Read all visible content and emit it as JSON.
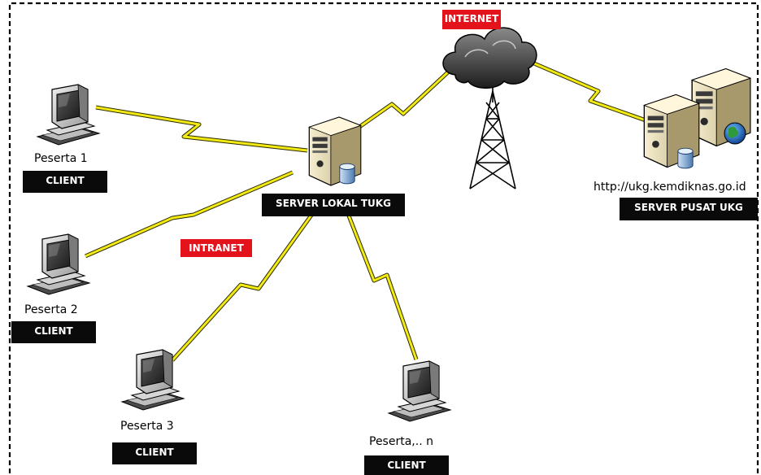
{
  "labels": {
    "internet": "INTERNET",
    "intranet": "INTRANET",
    "server_lokal": "SERVER LOKAL TUKG",
    "server_pusat": "SERVER PUSAT UKG",
    "server_pusat_url": "http://ukg.kemdiknas.go.id",
    "client_tag": "CLIENT"
  },
  "clients": [
    {
      "name": "Peserta 1",
      "tag": "CLIENT"
    },
    {
      "name": "Peserta 2",
      "tag": "CLIENT"
    },
    {
      "name": "Peserta 3",
      "tag": "CLIENT"
    },
    {
      "name": "Peserta,.. n",
      "tag": "CLIENT"
    }
  ],
  "colors": {
    "link": "#f2ea12",
    "link_outline": "#3a3a00",
    "tag_bg": "#0a0a0a",
    "red_tag_bg": "#e4121b",
    "border": "#000000"
  },
  "icons": {
    "client": "desktop-computer-icon",
    "server_local": "server-tower-icon",
    "server_central": "server-pair-icon",
    "cloud": "cloud-icon",
    "tower": "radio-tower-icon"
  }
}
